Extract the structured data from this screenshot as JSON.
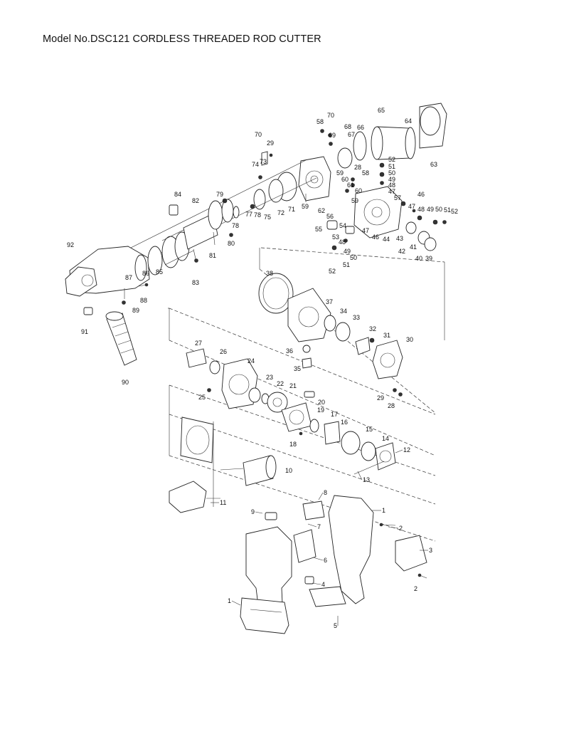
{
  "title": "Model No.DSC121 CORDLESS THREADED ROD CUTTER",
  "callouts": [
    {
      "id": "p70a",
      "t": "70"
    },
    {
      "id": "p65",
      "t": "65"
    },
    {
      "id": "p58a",
      "t": "58"
    },
    {
      "id": "p68",
      "t": "68"
    },
    {
      "id": "p66",
      "t": "66"
    },
    {
      "id": "p64",
      "t": "64"
    },
    {
      "id": "p69",
      "t": "69"
    },
    {
      "id": "p67",
      "t": "67"
    },
    {
      "id": "p70b",
      "t": "70"
    },
    {
      "id": "p29a",
      "t": "29"
    },
    {
      "id": "p74",
      "t": "74"
    },
    {
      "id": "p73",
      "t": "73"
    },
    {
      "id": "p63",
      "t": "63"
    },
    {
      "id": "p52a",
      "t": "52"
    },
    {
      "id": "p51a",
      "t": "51"
    },
    {
      "id": "p28a",
      "t": "28"
    },
    {
      "id": "p58b",
      "t": "58"
    },
    {
      "id": "p50a",
      "t": "50"
    },
    {
      "id": "p49a",
      "t": "49"
    },
    {
      "id": "p59a",
      "t": "59"
    },
    {
      "id": "p60a",
      "t": "60"
    },
    {
      "id": "p48a",
      "t": "48"
    },
    {
      "id": "p61",
      "t": "61"
    },
    {
      "id": "p60b",
      "t": "60"
    },
    {
      "id": "p47a",
      "t": "47"
    },
    {
      "id": "p84",
      "t": "84"
    },
    {
      "id": "p79",
      "t": "79"
    },
    {
      "id": "p46a",
      "t": "46"
    },
    {
      "id": "p57",
      "t": "57"
    },
    {
      "id": "p82",
      "t": "82"
    },
    {
      "id": "p59b",
      "t": "59"
    },
    {
      "id": "p71",
      "t": "71"
    },
    {
      "id": "p59c",
      "t": "59"
    },
    {
      "id": "p47b",
      "t": "47"
    },
    {
      "id": "p48b",
      "t": "48"
    },
    {
      "id": "p49b",
      "t": "49"
    },
    {
      "id": "p50b",
      "t": "50"
    },
    {
      "id": "p51b",
      "t": "51"
    },
    {
      "id": "p52b",
      "t": "52"
    },
    {
      "id": "p62",
      "t": "62"
    },
    {
      "id": "p72",
      "t": "72"
    },
    {
      "id": "p77",
      "t": "77"
    },
    {
      "id": "p78a",
      "t": "78"
    },
    {
      "id": "p75",
      "t": "75"
    },
    {
      "id": "p56",
      "t": "56"
    },
    {
      "id": "p54",
      "t": "54"
    },
    {
      "id": "p78b",
      "t": "78"
    },
    {
      "id": "p55",
      "t": "55"
    },
    {
      "id": "p47c",
      "t": "47"
    },
    {
      "id": "p46b",
      "t": "46"
    },
    {
      "id": "p44",
      "t": "44"
    },
    {
      "id": "p43",
      "t": "43"
    },
    {
      "id": "p53",
      "t": "53"
    },
    {
      "id": "p48c",
      "t": "48"
    },
    {
      "id": "p92",
      "t": "92"
    },
    {
      "id": "p81",
      "t": "81"
    },
    {
      "id": "p80",
      "t": "80"
    },
    {
      "id": "p42",
      "t": "42"
    },
    {
      "id": "p41",
      "t": "41"
    },
    {
      "id": "p40",
      "t": "40"
    },
    {
      "id": "p39",
      "t": "39"
    },
    {
      "id": "p49c",
      "t": "49"
    },
    {
      "id": "p50c",
      "t": "50"
    },
    {
      "id": "p51c",
      "t": "51"
    },
    {
      "id": "p52c",
      "t": "52"
    },
    {
      "id": "p87",
      "t": "87"
    },
    {
      "id": "p86",
      "t": "86"
    },
    {
      "id": "p85",
      "t": "85"
    },
    {
      "id": "p38",
      "t": "38"
    },
    {
      "id": "p83",
      "t": "83"
    },
    {
      "id": "p88",
      "t": "88"
    },
    {
      "id": "p89",
      "t": "89"
    },
    {
      "id": "p37",
      "t": "37"
    },
    {
      "id": "p34",
      "t": "34"
    },
    {
      "id": "p33",
      "t": "33"
    },
    {
      "id": "p91",
      "t": "91"
    },
    {
      "id": "p32",
      "t": "32"
    },
    {
      "id": "p31",
      "t": "31"
    },
    {
      "id": "p30",
      "t": "30"
    },
    {
      "id": "p27",
      "t": "27"
    },
    {
      "id": "p36",
      "t": "36"
    },
    {
      "id": "p26",
      "t": "26"
    },
    {
      "id": "p24",
      "t": "24"
    },
    {
      "id": "p35",
      "t": "35"
    },
    {
      "id": "p90",
      "t": "90"
    },
    {
      "id": "p23",
      "t": "23"
    },
    {
      "id": "p22",
      "t": "22"
    },
    {
      "id": "p21",
      "t": "21"
    },
    {
      "id": "p20",
      "t": "20"
    },
    {
      "id": "p29b",
      "t": "29"
    },
    {
      "id": "p25",
      "t": "25"
    },
    {
      "id": "p28b",
      "t": "28"
    },
    {
      "id": "p19",
      "t": "19"
    },
    {
      "id": "p17",
      "t": "17"
    },
    {
      "id": "p16",
      "t": "16"
    },
    {
      "id": "p18",
      "t": "18"
    },
    {
      "id": "p15",
      "t": "15"
    },
    {
      "id": "p14",
      "t": "14"
    },
    {
      "id": "p12",
      "t": "12"
    },
    {
      "id": "p10",
      "t": "10"
    },
    {
      "id": "p13",
      "t": "13"
    },
    {
      "id": "p8",
      "t": "8"
    },
    {
      "id": "p11",
      "t": "11"
    },
    {
      "id": "p1",
      "t": "1"
    },
    {
      "id": "p9",
      "t": "9"
    },
    {
      "id": "p7",
      "t": "7"
    },
    {
      "id": "p2a",
      "t": "2"
    },
    {
      "id": "p3",
      "t": "3"
    },
    {
      "id": "p6",
      "t": "6"
    },
    {
      "id": "p4",
      "t": "4"
    },
    {
      "id": "p2b",
      "t": "2"
    },
    {
      "id": "p1b",
      "t": "1"
    },
    {
      "id": "p5",
      "t": "5"
    }
  ]
}
